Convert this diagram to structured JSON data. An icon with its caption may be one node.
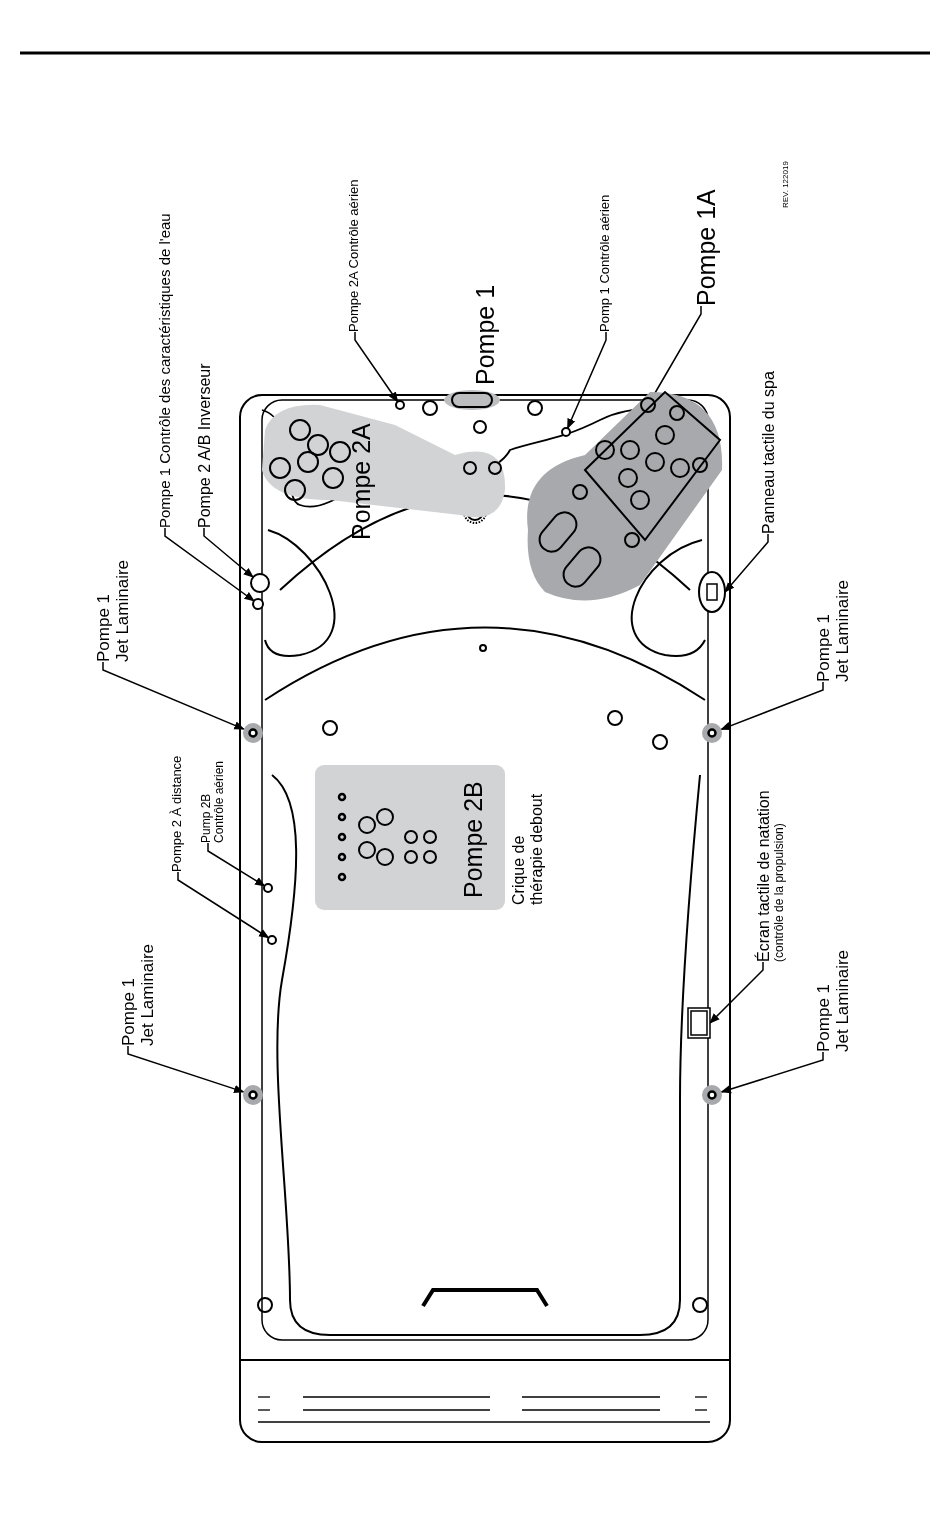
{
  "diagram": {
    "nodes": [
      {
        "text": [
          "Pompe 1 Contrôle des caractéristiques de l'eau"
        ]
      },
      {
        "text": [
          "Pompe 2 A/B Inverseur"
        ]
      },
      {
        "text": [
          "Pompe 2A Contrôle aérien"
        ]
      },
      {
        "text": [
          "Pomp 1 Contrôle aérien"
        ]
      },
      {
        "text": [
          "Pompe 1A"
        ]
      },
      {
        "text": [
          "Panneau tactile du spa"
        ]
      },
      {
        "text": [
          "Pompe 2A"
        ]
      },
      {
        "text": [],
        "shape": "circle"
      },
      {
        "text": [],
        "shape": "circle"
      },
      {
        "text": [],
        "shape": "circle"
      },
      {
        "text": [],
        "shape": "circle"
      },
      {
        "text": [],
        "shape": "blob"
      },
      {
        "text": [],
        "shape": "box"
      },
      {
        "text": [
          "Pompe 1",
          "Jet Laminaire"
        ]
      },
      {
        "text": [
          "Pompe 1",
          "Jet Laminaire"
        ]
      },
      {
        "text": [],
        "shape": "circle"
      },
      {
        "text": [],
        "shape": "circle"
      },
      {
        "text": [
          "Pompe 2B"
        ],
        "beside": [
          "Crique de thérapie debout"
        ]
      },
      {
        "text": [
          "Pompe 2 À distance"
        ]
      },
      {
        "text": [
          "Pump 2B",
          "Contrôle aérien"
        ]
      },
      {
        "text": [],
        "shape": "circle"
      },
      {
        "text": [],
        "shape": "circle"
      },
      {
        "text": [
          "Écran tactile de natation",
          "(contrôle de la propulsion)"
        ]
      },
      {
        "text": [],
        "shape": "box"
      },
      {
        "text": [
          "Pompe 1",
          "Jet Laminaire"
        ]
      },
      {
        "text": [
          "Pompe 1",
          "Jet Laminaire"
        ]
      },
      {
        "text": [],
        "shape": "circle"
      },
      {
        "text": [],
        "shape": "circle"
      }
    ],
    "edges": [
      {
        "from": 0,
        "to": 7,
        "arrow": "to"
      },
      {
        "from": 1,
        "to": 8,
        "arrow": "to"
      },
      {
        "from": 2,
        "to": 9,
        "arrow": "to"
      },
      {
        "from": 3,
        "to": 10,
        "arrow": "to"
      },
      {
        "from": 4,
        "to": 11,
        "arrow": "none"
      },
      {
        "from": 5,
        "to": 12,
        "arrow": "to"
      },
      {
        "from": 13,
        "to": 15,
        "arrow": "to"
      },
      {
        "from": 14,
        "to": 16,
        "arrow": "to"
      },
      {
        "from": 18,
        "to": 20,
        "arrow": "to"
      },
      {
        "from": 19,
        "to": 21,
        "arrow": "to"
      },
      {
        "from": 22,
        "to": 23,
        "arrow": "to"
      },
      {
        "from": 24,
        "to": 26,
        "arrow": "to"
      },
      {
        "from": 25,
        "to": 27,
        "arrow": "to"
      }
    ],
    "labels": [
      "REV. 122019",
      "Pompe 1"
    ]
  }
}
